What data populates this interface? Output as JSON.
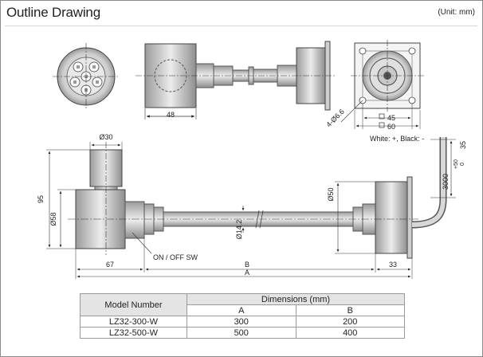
{
  "header": {
    "title": "Outline Drawing",
    "unit": "(Unit: mm)"
  },
  "labels": {
    "holes": "4-Ø6.6",
    "sq45": "45",
    "sq60": "60",
    "wire_colors": "White: +, Black: -",
    "d30": "Ø30",
    "d58": "Ø58",
    "d50": "Ø50",
    "d14_2": "Ø14.2",
    "h95": "95",
    "w48": "48",
    "w67": "67",
    "w33": "33",
    "dimB": "B",
    "dimA": "A",
    "h35": "35",
    "len3000": "3000",
    "tol_plus": "+50",
    "tol_zero": "0",
    "switch": "ON / OFF SW"
  },
  "table": {
    "col_model": "Model Number",
    "col_dims": "Dimensions (mm)",
    "col_a": "A",
    "col_b": "B",
    "rows": [
      {
        "model": "LZ32-300-W",
        "a": "300",
        "b": "200"
      },
      {
        "model": "LZ32-500-W",
        "a": "500",
        "b": "400"
      }
    ]
  }
}
